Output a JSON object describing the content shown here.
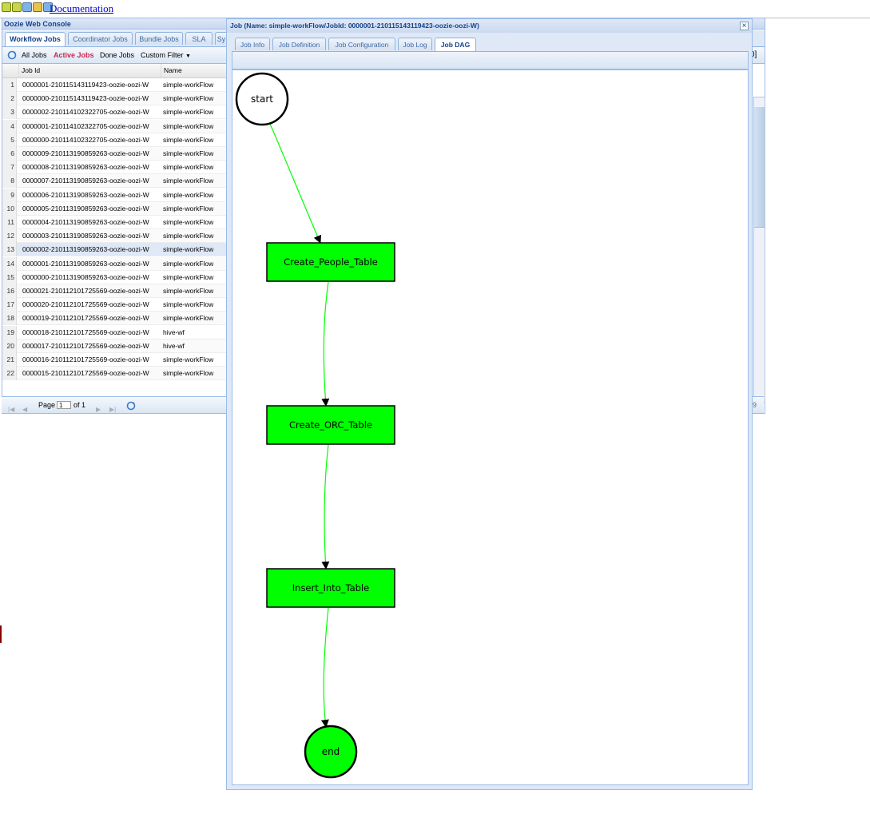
{
  "header": {
    "doc_link": "Documentation"
  },
  "console": {
    "title": "Oozie Web Console",
    "tabs": [
      "Workflow Jobs",
      "Coordinator Jobs",
      "Bundle Jobs",
      "SLA",
      "Sy"
    ],
    "toolbar": {
      "all": "All Jobs",
      "active": "Active Jobs",
      "done": "Done Jobs",
      "custom": "Custom Filter"
    },
    "grid_headers": {
      "job_id": "Job Id",
      "name": "Name"
    },
    "rows": [
      {
        "n": "1",
        "id": "0000001-210115143119423-oozie-oozi-W",
        "name": "simple-workFlow"
      },
      {
        "n": "2",
        "id": "0000000-210115143119423-oozie-oozi-W",
        "name": "simple-workFlow"
      },
      {
        "n": "3",
        "id": "0000002-210114102322705-oozie-oozi-W",
        "name": "simple-workFlow"
      },
      {
        "n": "4",
        "id": "0000001-210114102322705-oozie-oozi-W",
        "name": "simple-workFlow"
      },
      {
        "n": "5",
        "id": "0000000-210114102322705-oozie-oozi-W",
        "name": "simple-workFlow"
      },
      {
        "n": "6",
        "id": "0000009-210113190859263-oozie-oozi-W",
        "name": "simple-workFlow"
      },
      {
        "n": "7",
        "id": "0000008-210113190859263-oozie-oozi-W",
        "name": "simple-workFlow"
      },
      {
        "n": "8",
        "id": "0000007-210113190859263-oozie-oozi-W",
        "name": "simple-workFlow"
      },
      {
        "n": "9",
        "id": "0000006-210113190859263-oozie-oozi-W",
        "name": "simple-workFlow"
      },
      {
        "n": "10",
        "id": "0000005-210113190859263-oozie-oozi-W",
        "name": "simple-workFlow"
      },
      {
        "n": "11",
        "id": "0000004-210113190859263-oozie-oozi-W",
        "name": "simple-workFlow"
      },
      {
        "n": "12",
        "id": "0000003-210113190859263-oozie-oozi-W",
        "name": "simple-workFlow"
      },
      {
        "n": "13",
        "id": "0000002-210113190859263-oozie-oozi-W",
        "name": "simple-workFlow"
      },
      {
        "n": "14",
        "id": "0000001-210113190859263-oozie-oozi-W",
        "name": "simple-workFlow"
      },
      {
        "n": "15",
        "id": "0000000-210113190859263-oozie-oozi-W",
        "name": "simple-workFlow"
      },
      {
        "n": "16",
        "id": "0000021-210112101725569-oozie-oozi-W",
        "name": "simple-workFlow"
      },
      {
        "n": "17",
        "id": "0000020-210112101725569-oozie-oozi-W",
        "name": "simple-workFlow"
      },
      {
        "n": "18",
        "id": "0000019-210112101725569-oozie-oozi-W",
        "name": "simple-workFlow"
      },
      {
        "n": "19",
        "id": "0000018-210112101725569-oozie-oozi-W",
        "name": "hive-wf"
      },
      {
        "n": "20",
        "id": "0000017-210112101725569-oozie-oozi-W",
        "name": "hive-wf"
      },
      {
        "n": "21",
        "id": "0000016-210112101725569-oozie-oozi-W",
        "name": "simple-workFlow"
      },
      {
        "n": "22",
        "id": "0000015-210112101725569-oozie-oozi-W",
        "name": "simple-workFlow"
      }
    ],
    "pager": {
      "page_label": "Page",
      "page_value": "1",
      "of_label": "of 1"
    },
    "right_fragment_top": "0]",
    "right_fragment_bottom": "9"
  },
  "job_window": {
    "title": "Job (Name: simple-workFlow/JobId: 0000001-210115143119423-oozie-oozi-W)",
    "close": "×",
    "tabs": [
      "Job Info",
      "Job Definition",
      "Job Configuration",
      "Job Log",
      "Job DAG"
    ],
    "active_tab": "Job DAG"
  },
  "dag": {
    "nodes": [
      "start",
      "Create_People_Table",
      "Create_ORC_Table",
      "Insert_Into_Table",
      "end"
    ],
    "colors": {
      "done": "#00ff00",
      "pending": "#ffffff",
      "edge": "#00ff00",
      "stroke": "#000000"
    }
  }
}
